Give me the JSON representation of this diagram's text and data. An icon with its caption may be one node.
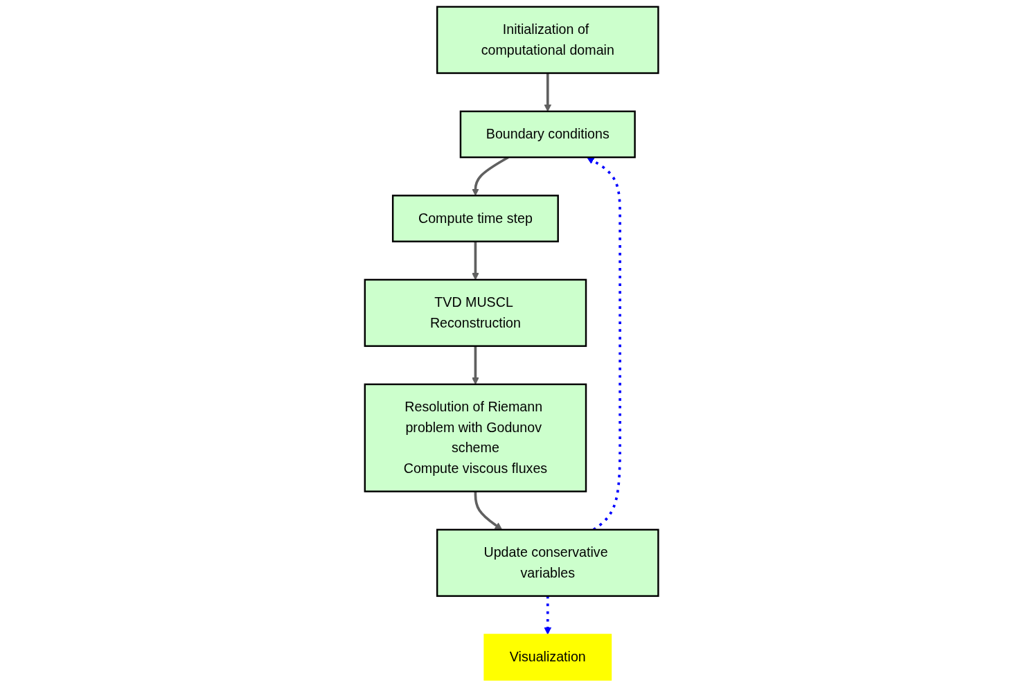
{
  "diagram": {
    "nodes": [
      {
        "text": [
          "Initialization of computational domain"
        ]
      },
      {
        "text": [
          "Boundary conditions"
        ]
      },
      {
        "text": [
          "Compute time step"
        ]
      },
      {
        "text": [
          "TVD MUSCL Reconstruction"
        ]
      },
      {
        "text": [
          "Resolution of Riemann problem with Godunov scheme",
          "Compute viscous fluxes"
        ]
      },
      {
        "text": [
          "Update conservative variables"
        ]
      },
      {
        "text": [
          "Visualization"
        ]
      }
    ],
    "edges": [
      {
        "from": 0,
        "to": 1,
        "arrow": "to"
      },
      {
        "from": 1,
        "to": 2,
        "arrow": "to"
      },
      {
        "from": 2,
        "to": 3,
        "arrow": "to"
      },
      {
        "from": 3,
        "to": 4,
        "arrow": "to"
      },
      {
        "from": 4,
        "to": 5,
        "arrow": "to"
      },
      {
        "from": 5,
        "to": 1,
        "arrow": "to",
        "style": "dashed",
        "color": "#0000ff"
      },
      {
        "from": 5,
        "to": 6,
        "arrow": "to",
        "style": "dashed",
        "color": "#0000ff"
      }
    ]
  }
}
